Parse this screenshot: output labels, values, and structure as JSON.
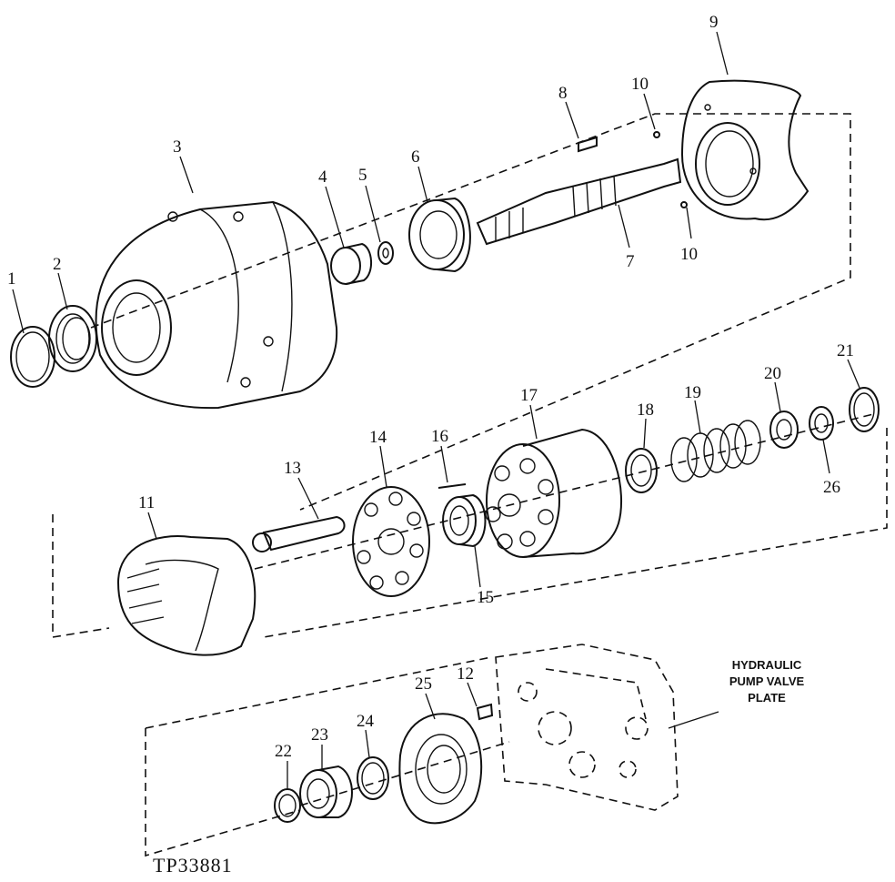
{
  "figure_code": "TP33881",
  "callout_lines": [
    "HYDRAULIC",
    "PUMP VALVE",
    "PLATE"
  ],
  "part_numbers": {
    "p1": "1",
    "p2": "2",
    "p3": "3",
    "p4": "4",
    "p5": "5",
    "p6": "6",
    "p7": "7",
    "p8": "8",
    "p9": "9",
    "p10a": "10",
    "p10b": "10",
    "p11": "11",
    "p12": "12",
    "p13": "13",
    "p14": "14",
    "p15": "15",
    "p16": "16",
    "p17": "17",
    "p18": "18",
    "p19": "19",
    "p20": "20",
    "p21": "21",
    "p22": "22",
    "p23": "23",
    "p24": "24",
    "p25": "25",
    "p26": "26"
  }
}
